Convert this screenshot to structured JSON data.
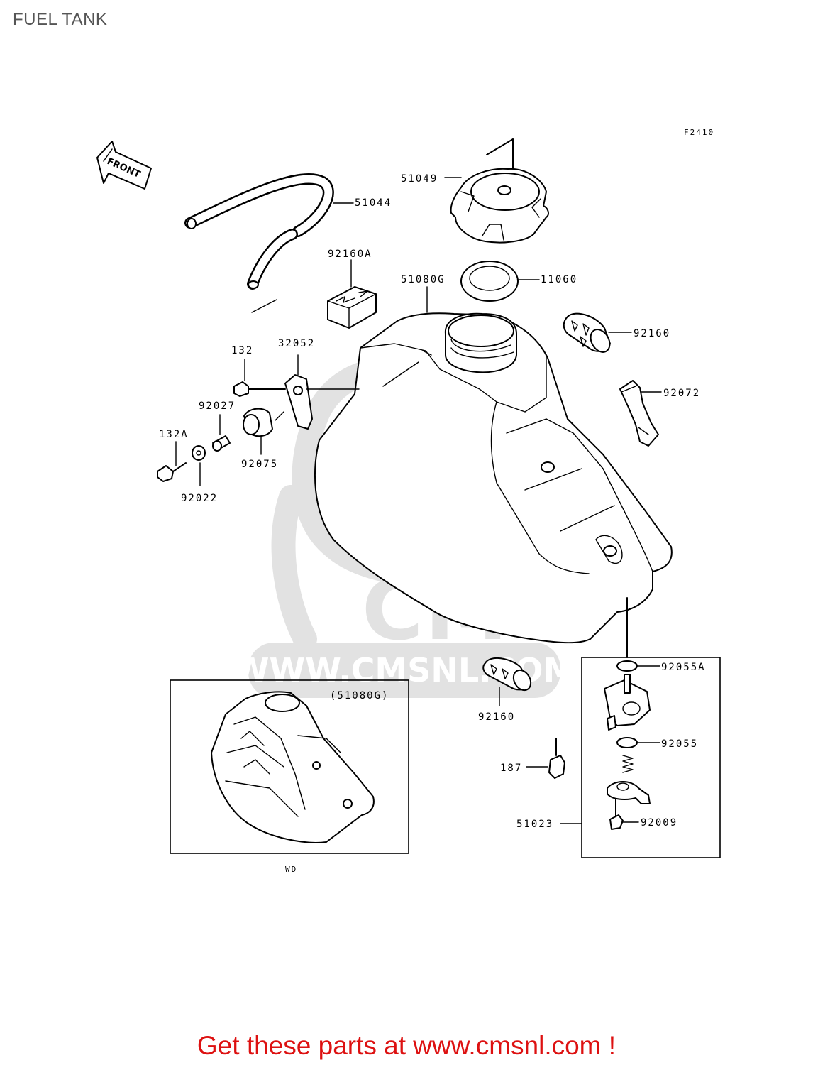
{
  "page": {
    "title": "FUEL TANK",
    "figure_code": "F2410"
  },
  "direction_marker": {
    "text": "FRONT"
  },
  "parts": {
    "p51044": "51044",
    "p51049": "51049",
    "p92160A": "92160A",
    "p51080G": "51080G",
    "p11060": "11060",
    "p92160_top": "92160",
    "p132": "132",
    "p32052": "32052",
    "p92072": "92072",
    "p92027": "92027",
    "p132A": "132A",
    "p92075": "92075",
    "p92022": "92022",
    "p92160_bottom": "92160",
    "p92055A": "92055A",
    "p92055": "92055",
    "p187": "187",
    "p51023": "51023",
    "p92009": "92009"
  },
  "inset": {
    "ref_label": "(51080G)",
    "caption": "WD"
  },
  "watermark": {
    "brand": "CMS",
    "url": "WWW.CMSNL.COM"
  },
  "footer": {
    "promo": "Get these parts at www.cmsnl.com !"
  },
  "colors": {
    "promo": "#dd1111",
    "title": "#555555",
    "watermark": "#e2e2e2"
  }
}
